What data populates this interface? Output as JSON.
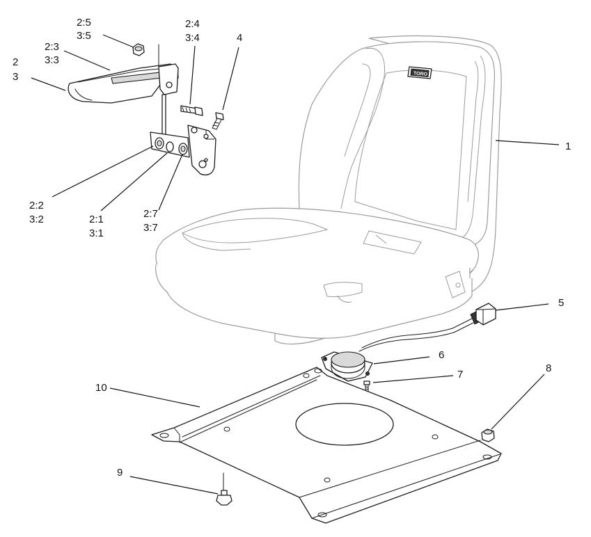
{
  "diagram": {
    "seat_logo": "TORO",
    "callouts": {
      "c1": "1",
      "c2": [
        "2",
        "3"
      ],
      "c23": [
        "2:3",
        "3:3"
      ],
      "c25": [
        "2:5",
        "3:5"
      ],
      "c24": [
        "2:4",
        "3:4"
      ],
      "c4": "4",
      "c22": [
        "2:2",
        "3:2"
      ],
      "c21": [
        "2:1",
        "3:1"
      ],
      "c27": [
        "2:7",
        "3:7"
      ],
      "c5": "5",
      "c6": "6",
      "c7": "7",
      "c8": "8",
      "c9": "9",
      "c10": "10"
    }
  }
}
